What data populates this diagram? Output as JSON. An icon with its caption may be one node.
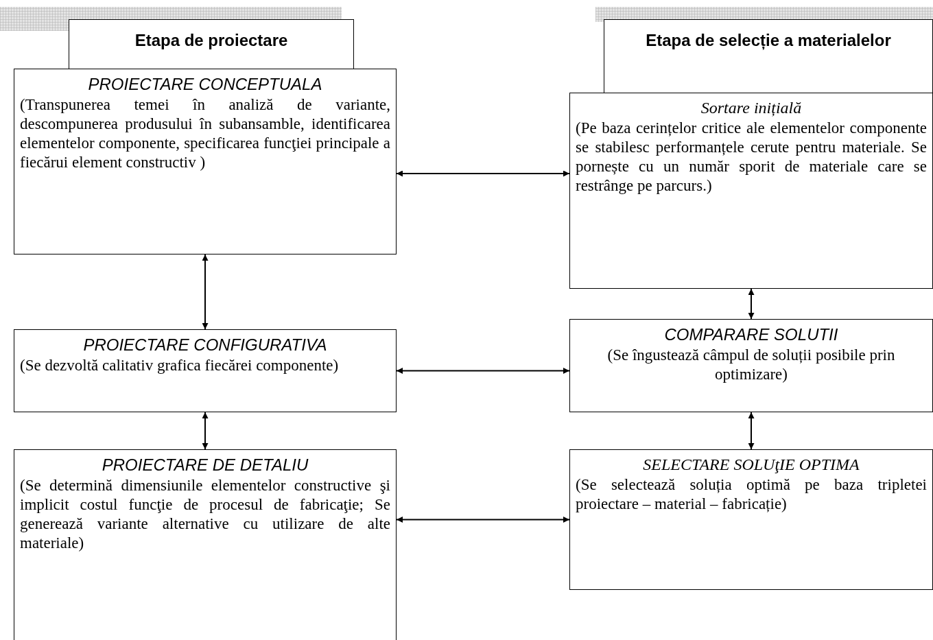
{
  "diagram": {
    "nodes": [
      {
        "text": [
          "Etapa de proiectare"
        ]
      },
      {
        "text": [
          "Etapa de selecție a materialelor"
        ]
      },
      {
        "text": [
          "PROIECTARE CONCEPTUALA",
          "(Transpunerea temei în analiză de variante, descompunerea produsului în subansamble, identificarea elementelor componente, specificarea funcţiei principale a fiecărui element constructiv )"
        ]
      },
      {
        "text": [
          "Sortare inițială",
          "(Pe baza cerințelor critice ale elementelor componente se stabilesc performanțele cerute pentru materiale. Se pornește cu un număr sporit de materiale care se restrânge pe parcurs.)"
        ]
      },
      {
        "text": [
          "PROIECTARE CONFIGURATIVA",
          "(Se dezvoltă calitativ grafica fiecărei componente)"
        ]
      },
      {
        "text": [
          "COMPARARE SOLUTII",
          "(Se îngustează câmpul de soluții posibile prin optimizare)"
        ]
      },
      {
        "text": [
          "PROIECTARE DE DETALIU",
          "(Se determină dimensiunile elementelor constructive şi implicit costul funcţie de procesul de fabricaţie; Se generează variante alternative cu utilizare de alte materiale)"
        ]
      },
      {
        "text": [
          "SELECTARE SOLUţIE OPTIMA",
          "(Se selectează soluția optimă pe baza tripletei proiectare – material – fabricație)"
        ]
      }
    ],
    "edges": [
      {
        "from": 2,
        "to": 3,
        "arrow": "both"
      },
      {
        "from": 2,
        "to": 4,
        "arrow": "both"
      },
      {
        "from": 3,
        "to": 5,
        "arrow": "both"
      },
      {
        "from": 4,
        "to": 5,
        "arrow": "both"
      },
      {
        "from": 4,
        "to": 6,
        "arrow": "both"
      },
      {
        "from": 5,
        "to": 7,
        "arrow": "both"
      },
      {
        "from": 6,
        "to": 7,
        "arrow": "both"
      }
    ]
  }
}
